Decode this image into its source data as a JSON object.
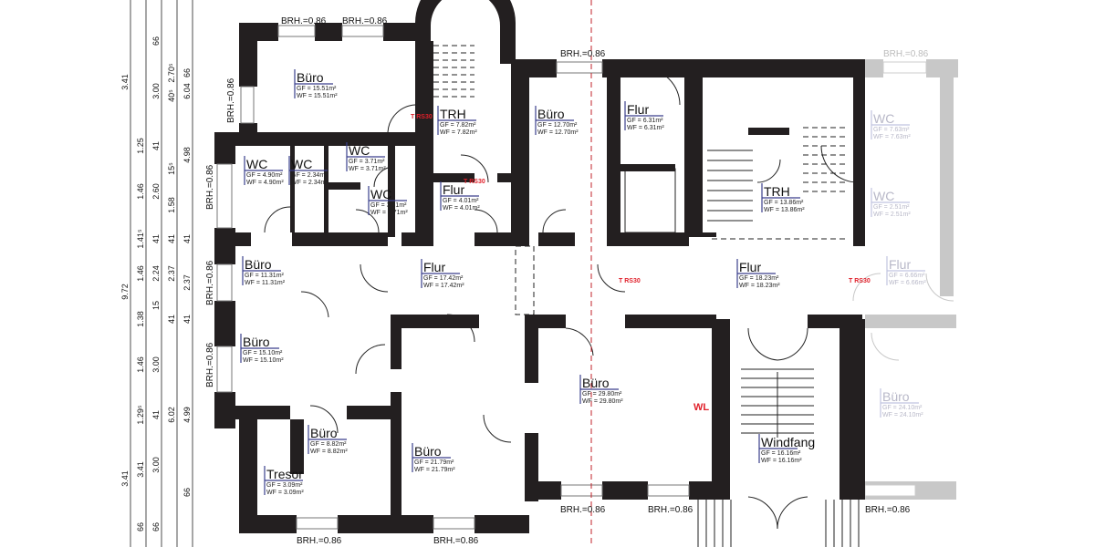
{
  "colors": {
    "wall": "#231f20",
    "ghost_wall": "#c8c8c8",
    "area_bar": "#3a3f8c",
    "marker_red": "#e0202a",
    "axis_line": "#c0202a"
  },
  "rooms": [
    {
      "name": "Büro",
      "gf": "GF = 15.51m²",
      "wf": "WF = 15.51m²"
    },
    {
      "name": "TRH",
      "gf": "GF = 7.82m²",
      "wf": "WF = 7.82m²"
    },
    {
      "name": "Büro",
      "gf": "GF = 12.70m²",
      "wf": "WF = 12.70m²"
    },
    {
      "name": "Flur",
      "gf": "GF = 6.31m²",
      "wf": "WF = 6.31m²"
    },
    {
      "name": "TRH",
      "gf": "GF = 13.86m²",
      "wf": "WF = 13.86m²"
    },
    {
      "name": "WC",
      "gf": "GF = 7.63m²",
      "wf": "WF = 7.63m²",
      "ghost": true
    },
    {
      "name": "WC",
      "gf": "GF = 4.90m²",
      "wf": "WF = 4.90m²"
    },
    {
      "name": "WC",
      "gf": "GF = 2.34m²",
      "wf": "WF = 2.34m²"
    },
    {
      "name": "WC",
      "gf": "GF = 3.71m²",
      "wf": "WF = 3.71m²"
    },
    {
      "name": "WC",
      "gf": "GF = 3.71m²",
      "wf": "WF = 3.71m²"
    },
    {
      "name": "Flur",
      "gf": "GF = 4.01m²",
      "wf": "WF = 4.01m²"
    },
    {
      "name": "WC",
      "gf": "GF = 2.51m²",
      "wf": "WF = 2.51m²",
      "ghost": true
    },
    {
      "name": "Büro",
      "gf": "GF = 11.31m²",
      "wf": "WF = 11.31m²"
    },
    {
      "name": "Flur",
      "gf": "GF = 17.42m²",
      "wf": "WF = 17.42m²"
    },
    {
      "name": "Flur",
      "gf": "GF = 18.23m²",
      "wf": "WF = 18.23m²"
    },
    {
      "name": "Flur",
      "gf": "GF = 6.66m²",
      "wf": "WF = 6.66m²",
      "ghost": true
    },
    {
      "name": "Büro",
      "gf": "GF = 15.10m²",
      "wf": "WF = 15.10m²"
    },
    {
      "name": "Büro",
      "gf": "GF = 29.80m²",
      "wf": "WF = 29.80m²"
    },
    {
      "name": "Büro",
      "gf": "GF = 24.10m²",
      "wf": "WF = 24.10m²",
      "ghost": true
    },
    {
      "name": "Büro",
      "gf": "GF = 8.82m²",
      "wf": "WF = 8.82m²"
    },
    {
      "name": "Büro",
      "gf": "GF = 21.79m²",
      "wf": "WF = 21.79m²"
    },
    {
      "name": "Windfang",
      "gf": "GF = 16.16m²",
      "wf": "WF = 16.16m²"
    },
    {
      "name": "Tresor",
      "gf": "GF = 3.09m²",
      "wf": "WF = 3.09m²"
    }
  ],
  "door_labels": [
    "T RS30",
    "T RS30",
    "T RS30",
    "T RS30"
  ],
  "wl_label": "WL",
  "sill_height_label": "BRH.=0.86",
  "dimensions": {
    "col1": [
      "3.41",
      "9.72",
      "3.41"
    ],
    "col2": [
      "1.25",
      "1.46",
      "1.41⁵",
      "1.46",
      "1.38",
      "1.46",
      "1.29⁵",
      "3.41",
      "66"
    ],
    "col3": [
      "66",
      "3.00",
      "41",
      "2.60",
      "41",
      "2.24",
      "15",
      "3.00",
      "41",
      "3.00",
      "66"
    ],
    "col4": [
      "2.70⁵",
      "40⁵",
      "15⁵",
      "1.58",
      "41",
      "2.37",
      "41",
      "6.02"
    ],
    "col5": [
      "66",
      "6.04",
      "4.98",
      "41",
      "2.37",
      "41",
      "4.99",
      "66"
    ]
  }
}
